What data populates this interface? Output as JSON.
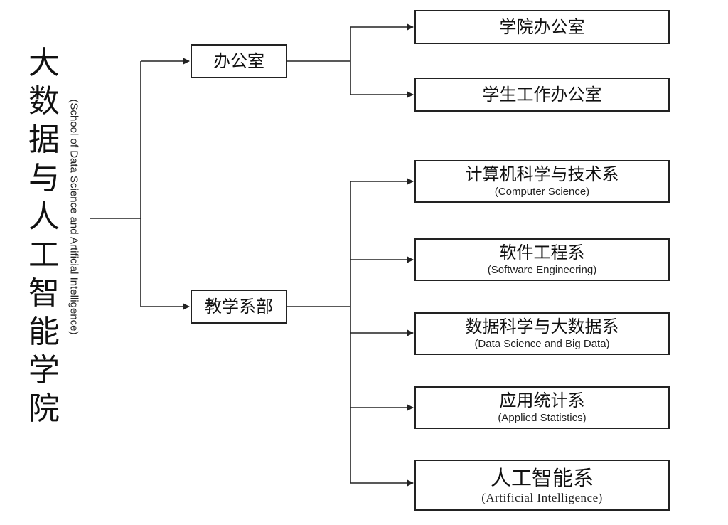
{
  "root": {
    "title_chars": [
      "大",
      "数",
      "据",
      "与",
      "人",
      "工",
      "智",
      "能",
      "学",
      "院"
    ],
    "subtitle": "(School of Data Science and Artificial Intelligence)"
  },
  "level1": [
    {
      "id": "office",
      "label": "办公室"
    },
    {
      "id": "departments",
      "label": "教学系部"
    }
  ],
  "offices": [
    {
      "label": "学院办公室"
    },
    {
      "label": "学生工作办公室"
    }
  ],
  "departments": [
    {
      "label": "计算机科学与技术系",
      "en": "(Computer Science)"
    },
    {
      "label": "软件工程系",
      "en": "(Software Engineering)"
    },
    {
      "label": "数据科学与大数据系",
      "en": "(Data Science and Big Data)"
    },
    {
      "label": "应用统计系",
      "en": "(Applied Statistics)"
    },
    {
      "label": "人工智能系",
      "en": "(Artificial Intelligence)"
    }
  ],
  "colors": {
    "line": "#222222",
    "text": "#111111",
    "background": "#ffffff"
  },
  "icons": [
    "arrow-right-icon"
  ]
}
